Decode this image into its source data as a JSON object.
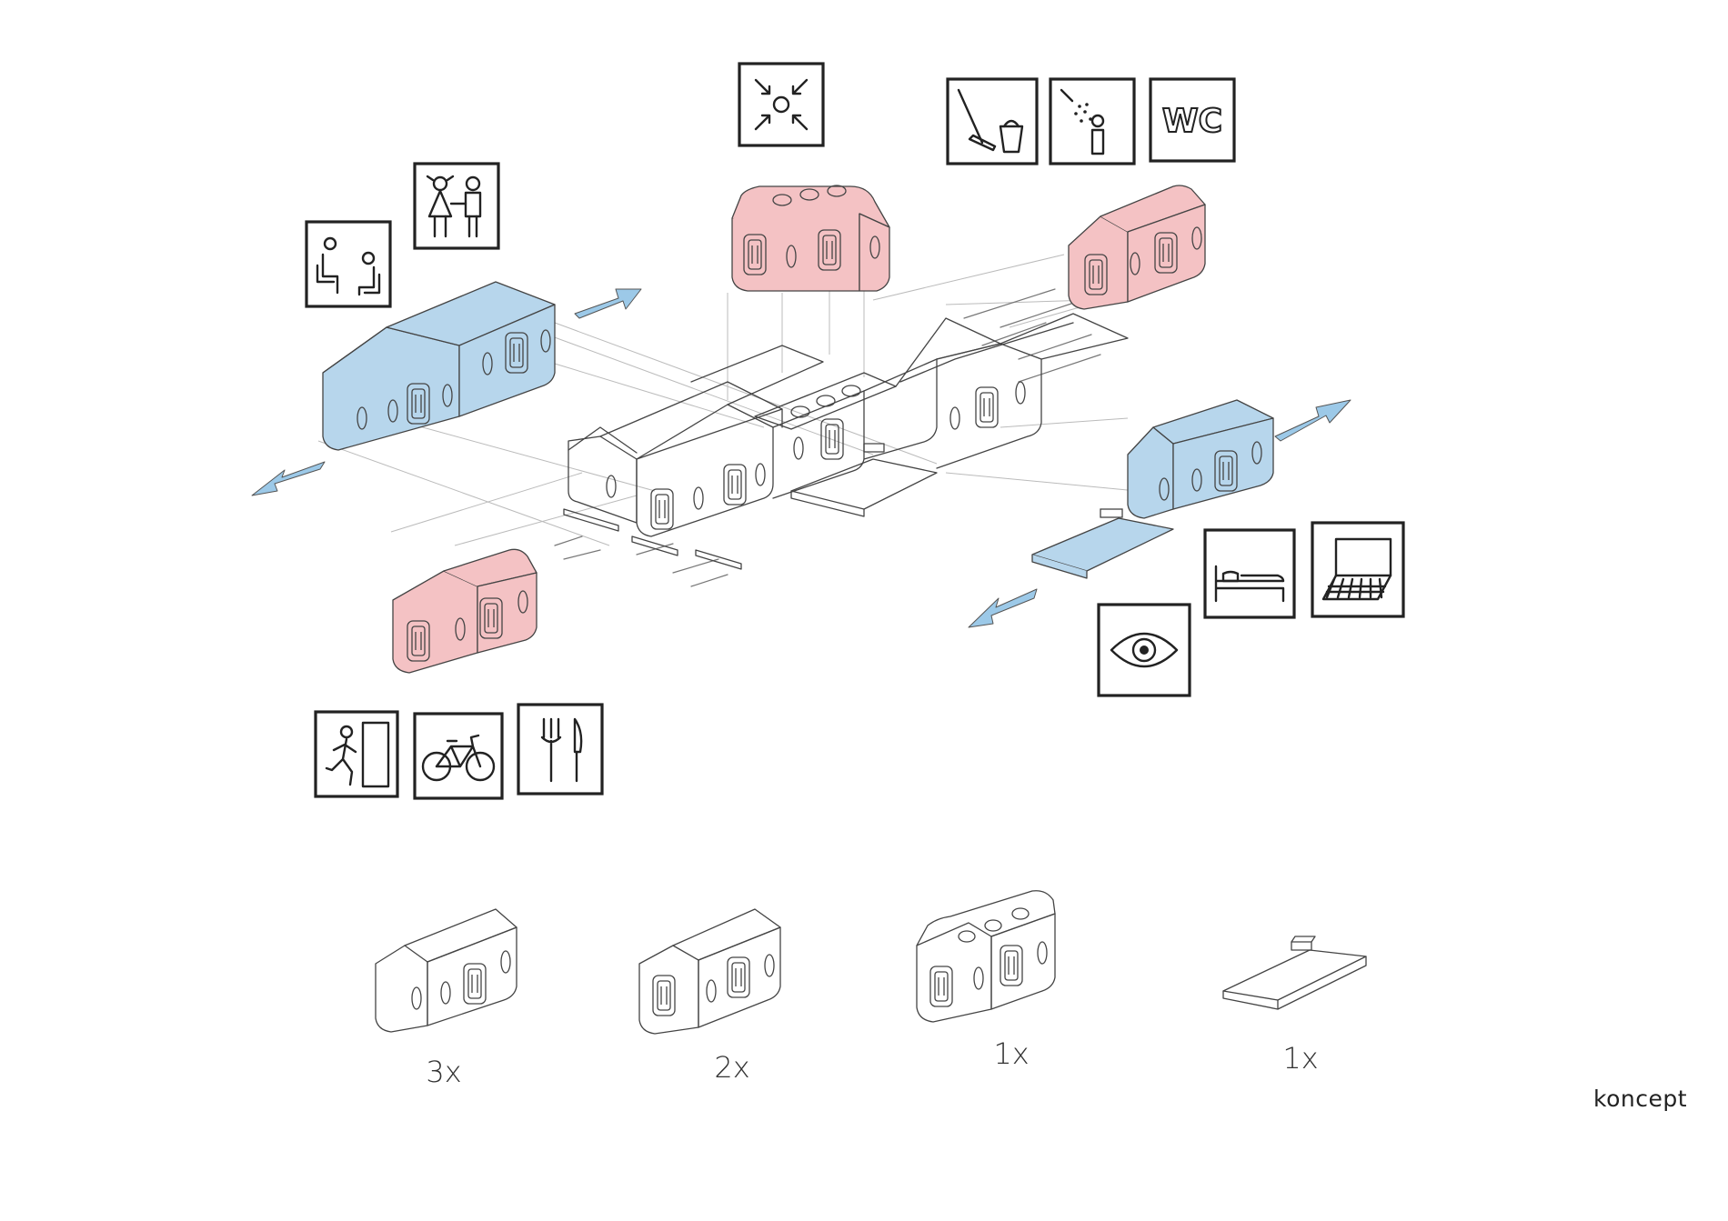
{
  "caption": "koncept",
  "colors": {
    "red_module": "#f4c2c4",
    "blue_module": "#b7d6ec",
    "arrow": "#9cc9e8",
    "line": "#444444"
  },
  "module_counts": [
    {
      "label": "3x"
    },
    {
      "label": "2x"
    },
    {
      "label": "1x"
    },
    {
      "label": "1x"
    }
  ],
  "pictograms": {
    "top": [
      {
        "icon": "meeting-point-icon"
      },
      {
        "icon": "cleaning-mop-bucket-icon"
      },
      {
        "icon": "shower-icon"
      },
      {
        "icon": "wc-icon",
        "text": "WC"
      }
    ],
    "left": [
      {
        "icon": "waiting-room-seats-icon"
      },
      {
        "icon": "family-children-icon"
      }
    ],
    "bottom_left": [
      {
        "icon": "emergency-exit-icon"
      },
      {
        "icon": "bicycle-icon"
      },
      {
        "icon": "restaurant-fork-knife-icon"
      }
    ],
    "right": [
      {
        "icon": "bed-icon"
      },
      {
        "icon": "laptop-icon"
      },
      {
        "icon": "viewing-eye-icon"
      }
    ]
  }
}
